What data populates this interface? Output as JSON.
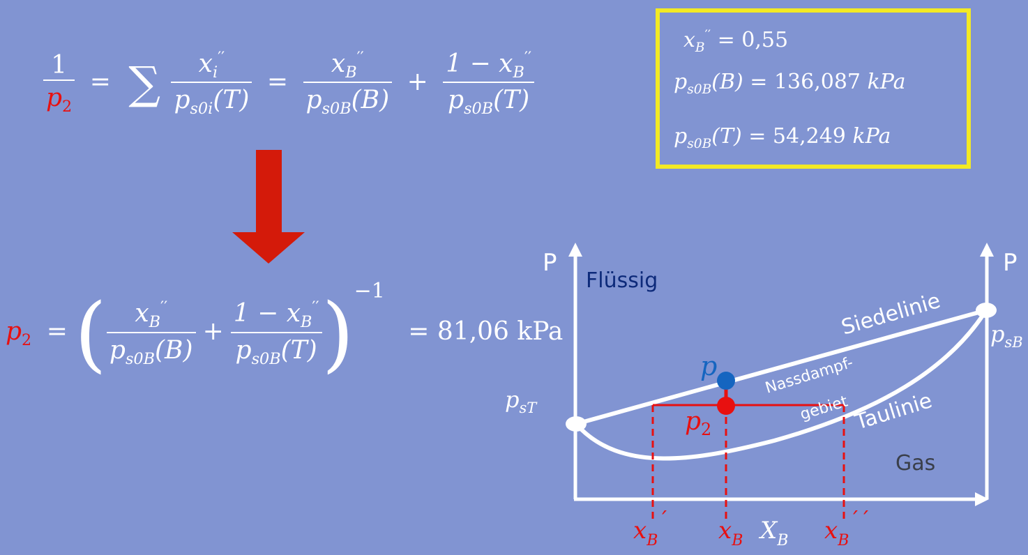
{
  "equation1": {
    "lhs_num": "1",
    "lhs_den": "p",
    "lhs_den_sub": "2",
    "sum_symbol": "∑",
    "sum_num": "x",
    "sum_num_sub": "i",
    "sum_num_sup": "′′",
    "sum_den": "p",
    "sum_den_sub": "s0i",
    "sum_den_arg": "(T)",
    "t1_num": "x",
    "t1_num_sub": "B",
    "t1_num_sup": "′′",
    "t1_den": "p",
    "t1_den_sub": "s0B",
    "t1_den_arg": "(B)",
    "t2_num": "1 − x",
    "t2_num_sub": "B",
    "t2_num_sup": "′′",
    "t2_den": "p",
    "t2_den_sub": "s0B",
    "t2_den_arg": "(T)"
  },
  "equation2": {
    "lhs": "p",
    "lhs_sub": "2",
    "exponent": "−1",
    "result": "= 81,06 kPa"
  },
  "given": {
    "x_val": "= 0,55",
    "psB_val": "= 136,087",
    "psT_val": "= 54,249",
    "unit": "kPa",
    "x_sym": "x",
    "x_sub": "B",
    "x_sup": "′′",
    "p_sym": "p",
    "p_sub": "s0B",
    "arg_B": "(B)",
    "arg_T": "(T)"
  },
  "diagram": {
    "axis_left": "P",
    "axis_right": "P",
    "region_liquid": "Flüssig",
    "region_gas": "Gas",
    "region_wet_1": "Nassdampf-",
    "region_wet_2": "gebiet",
    "curve_bubble": "Siedelinie",
    "curve_dew": "Taulinie",
    "label_p": "p",
    "label_p2": "p",
    "label_p2_sub": "2",
    "label_psT": "p",
    "label_psT_sub": "sT",
    "label_psB": "p",
    "label_psB_sub": "sB",
    "xaxis": "X",
    "xaxis_sub": "B",
    "tick_x_liq": "x",
    "tick_x_liq_sub": "B",
    "tick_x_liq_mark": "´",
    "tick_x": "x",
    "tick_x_sub": "B",
    "tick_x_gas": "x",
    "tick_x_gas_sub": "B",
    "tick_x_gas_mark": "´´"
  },
  "colors": {
    "background": "#8194d2",
    "highlight_red": "#e81010",
    "arrow_red": "#d41a0a",
    "box_yellow": "#f3ea24",
    "point_blue": "#1565c0",
    "label_darkblue": "#0d2a7a",
    "label_gray": "#3a3f4a"
  }
}
